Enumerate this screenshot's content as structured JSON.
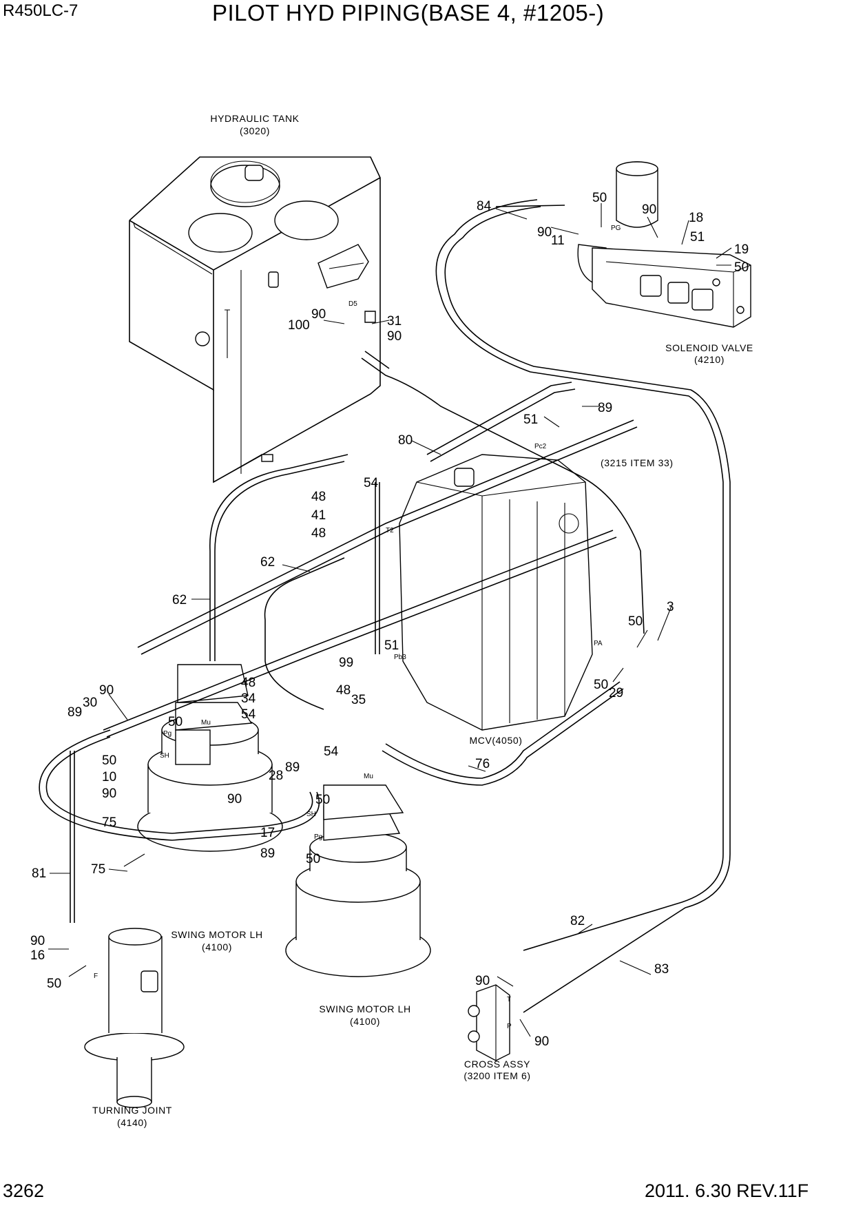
{
  "header": {
    "model": "R450LC-7",
    "title": "PILOT HYD PIPING(BASE 4, #1205-)"
  },
  "footer": {
    "page_number": "3262",
    "revision": "2011. 6.30  REV.11F"
  },
  "assemblies": {
    "hydraulic_tank": {
      "name": "HYDRAULIC TANK",
      "ref": "(3020)"
    },
    "solenoid_valve": {
      "name": "SOLENOID VALVE",
      "ref": "(4210)"
    },
    "item_ref": "(3215 ITEM 33)",
    "mcv": "MCV(4050)",
    "swing_motor_1": {
      "name": "SWING MOTOR LH",
      "ref": "(4100)"
    },
    "swing_motor_2": {
      "name": "SWING MOTOR LH",
      "ref": "(4100)"
    },
    "cross_assy": {
      "name": "CROSS ASSY",
      "ref": "(3200 ITEM 6)"
    },
    "turning_joint": {
      "name": "TURNING JOINT",
      "ref": "(4140)"
    }
  },
  "port_labels": {
    "d5": "D5",
    "pg_top": "PG",
    "pc2": "Pc2",
    "t2": "T2",
    "pb3": "Pb3",
    "pa": "PA",
    "mu1": "Mu",
    "pg1": "Pg",
    "sh1": "SH",
    "mu2": "Mu",
    "sh2": "SH",
    "pg2": "Pg",
    "f": "F",
    "t": "T",
    "p": "P"
  },
  "callouts": {
    "c84": "84",
    "c50a": "50",
    "c90a": "90",
    "c90b": "90",
    "c11": "11",
    "c18": "18",
    "c51a": "51",
    "c19": "19",
    "c50b": "50",
    "c90c": "90",
    "c100": "100",
    "c31": "31",
    "c90d": "90",
    "c89a": "89",
    "c51b": "51",
    "c80": "80",
    "c48a": "48",
    "c54a": "54",
    "c41": "41",
    "c48b": "48",
    "c62a": "62",
    "c62b": "62",
    "c3": "3",
    "c50c": "50",
    "c50d": "50",
    "c29": "29",
    "c51c": "51",
    "c99": "99",
    "c90e": "90",
    "c30": "30",
    "c89b": "89",
    "c50e": "50",
    "c48c": "48",
    "c34": "34",
    "c54b": "54",
    "c48d": "48",
    "c35": "35",
    "c50f": "50",
    "c10": "10",
    "c90f": "90",
    "c75a": "75",
    "c54c": "54",
    "c76": "76",
    "c28": "28",
    "c89c": "89",
    "c90g": "90",
    "c50g": "50",
    "c17": "17",
    "c89d": "89",
    "c50h": "50",
    "c75b": "75",
    "c81": "81",
    "c82": "82",
    "c83": "83",
    "c90h": "90",
    "c90i": "90",
    "c90j": "90",
    "c16": "16",
    "c50i": "50"
  }
}
